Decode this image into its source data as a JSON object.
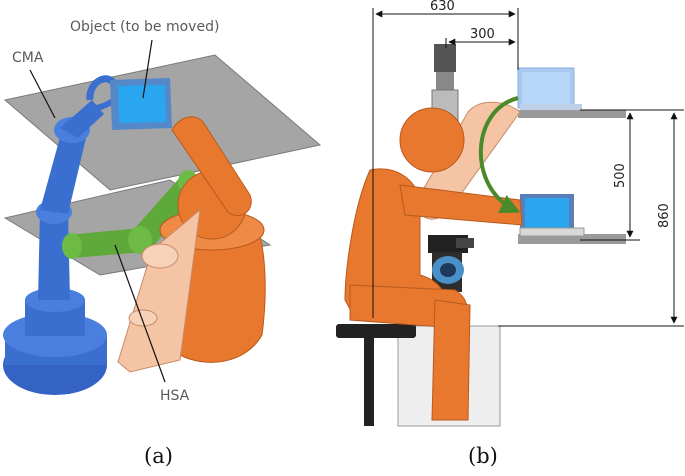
{
  "panel_a": {
    "caption": "(a)",
    "labels": {
      "object": "Object (to be moved)",
      "cma": "CMA",
      "hsa": "HSA"
    }
  },
  "panel_b": {
    "caption": "(b)",
    "dimensions": {
      "total_reach": "630",
      "robot_offset": "300",
      "shelf_gap": "500",
      "shelf_height": "860"
    }
  },
  "colors": {
    "cma_blue": "#3a6fd0",
    "hsa_green": "#5fa83a",
    "human_orange": "#e8782e",
    "human_light": "#f5c4a5",
    "object_blue": "#2aa6f0",
    "shelf_gray": "#999999",
    "arrow_green": "#4a8a2a"
  }
}
